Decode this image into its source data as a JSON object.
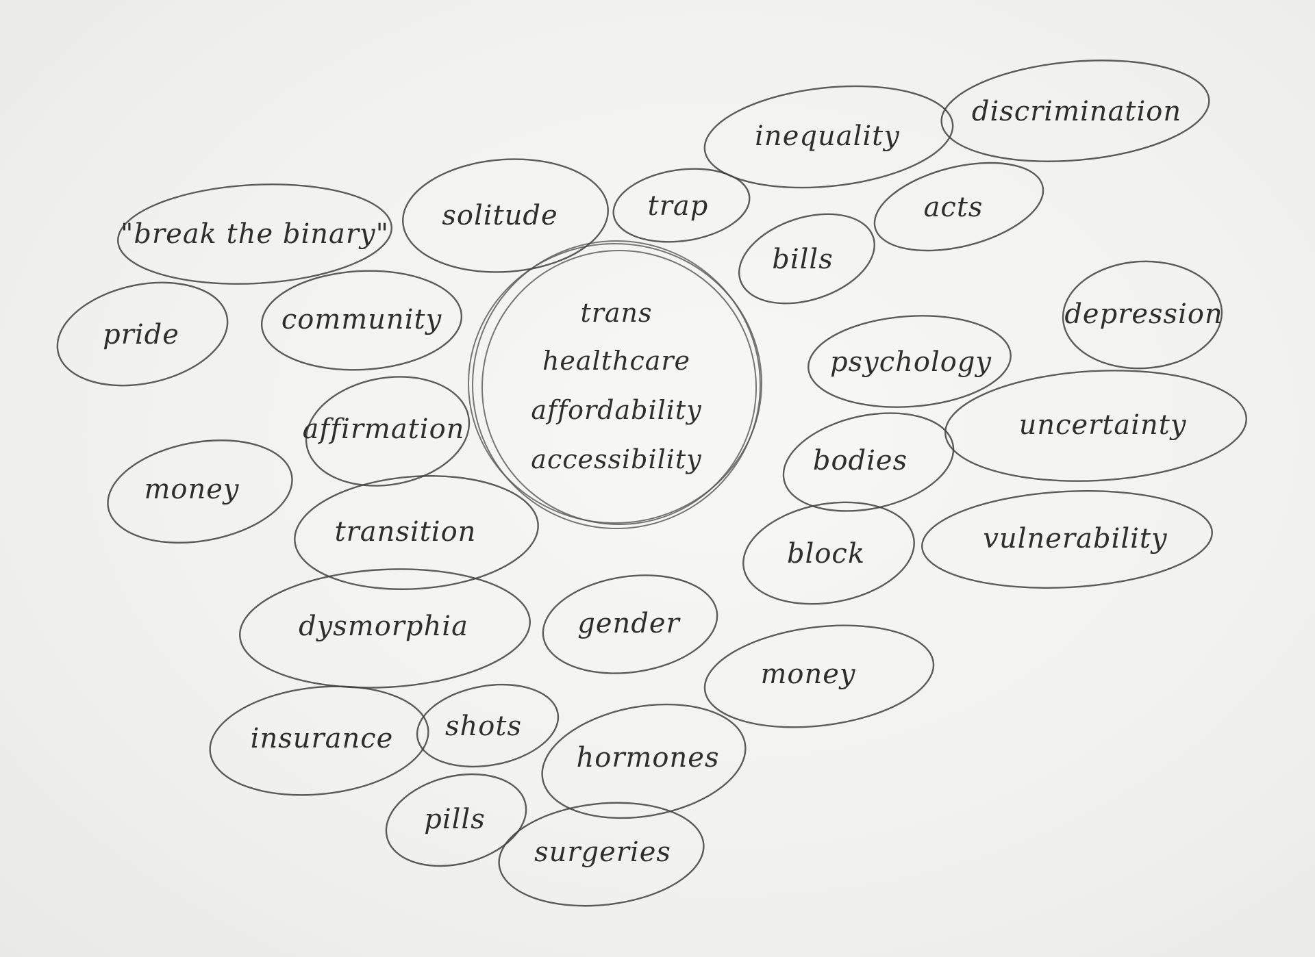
{
  "diagram": {
    "type": "mind-map",
    "center": {
      "lines": [
        "trans",
        "healthcare",
        "affordability",
        "accessibility"
      ]
    },
    "bubbles": [
      {
        "id": "break-the-binary",
        "label": "\"break the binary\""
      },
      {
        "id": "solitude",
        "label": "solitude"
      },
      {
        "id": "trap",
        "label": "trap"
      },
      {
        "id": "inequality",
        "label": "inequality"
      },
      {
        "id": "discrimination",
        "label": "discrimination"
      },
      {
        "id": "acts",
        "label": "acts"
      },
      {
        "id": "bills",
        "label": "bills"
      },
      {
        "id": "pride",
        "label": "pride"
      },
      {
        "id": "community",
        "label": "community"
      },
      {
        "id": "psychology",
        "label": "psychology"
      },
      {
        "id": "depression",
        "label": "depression"
      },
      {
        "id": "affirmation",
        "label": "affirmation"
      },
      {
        "id": "uncertainty",
        "label": "uncertainty"
      },
      {
        "id": "money-left",
        "label": "money"
      },
      {
        "id": "bodies",
        "label": "bodies"
      },
      {
        "id": "transition",
        "label": "transition"
      },
      {
        "id": "block",
        "label": "block"
      },
      {
        "id": "vulnerability",
        "label": "vulnerability"
      },
      {
        "id": "dysmorphia",
        "label": "dysmorphia"
      },
      {
        "id": "gender",
        "label": "gender"
      },
      {
        "id": "money-right",
        "label": "money"
      },
      {
        "id": "insurance",
        "label": "insurance"
      },
      {
        "id": "shots",
        "label": "shots"
      },
      {
        "id": "hormones",
        "label": "hormones"
      },
      {
        "id": "pills",
        "label": "pills"
      },
      {
        "id": "surgeries",
        "label": "surgeries"
      }
    ]
  },
  "colors": {
    "paper": "#f3f3f1",
    "pencil": "#3f3f3f"
  }
}
